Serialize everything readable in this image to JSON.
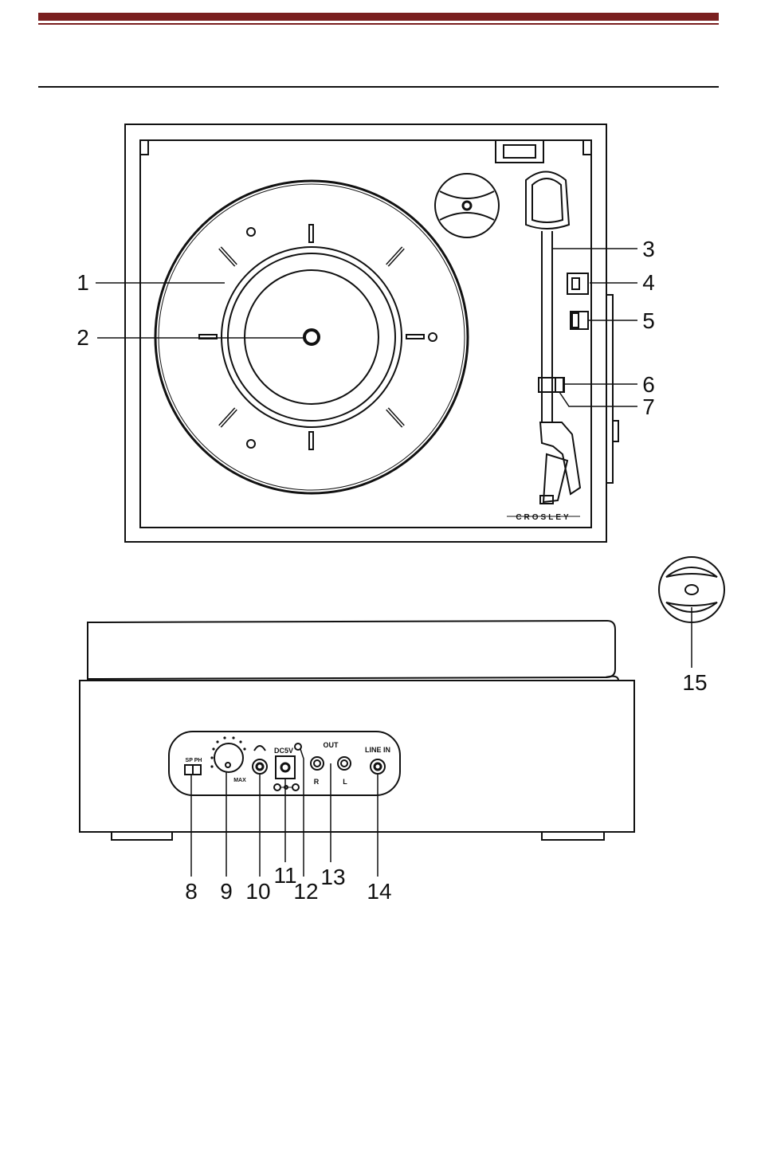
{
  "header": {
    "bar_color": "#7a1f1f"
  },
  "brand": {
    "logo_text": "CROSLEY"
  },
  "callouts": [
    "1",
    "2",
    "3",
    "4",
    "5",
    "6",
    "7",
    "8",
    "9",
    "10",
    "11",
    "12",
    "13",
    "14",
    "15"
  ],
  "rear_panel": {
    "switch_label": "SP  PH",
    "volume_max": "MAX",
    "dc_label": "DC5V",
    "out_label": "OUT",
    "out_r": "R",
    "out_l": "L",
    "line_in": "LINE  IN"
  }
}
